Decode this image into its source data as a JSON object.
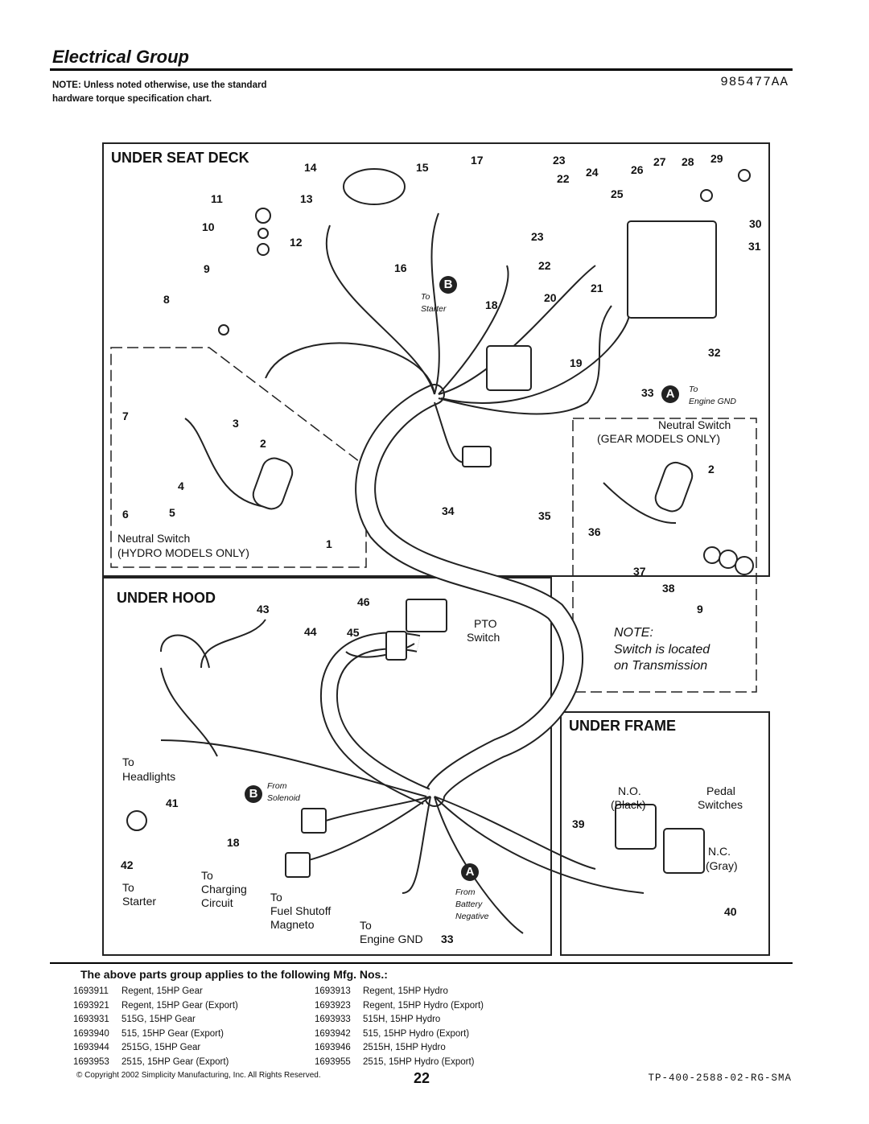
{
  "header": {
    "title": "Electrical Group",
    "note": "NOTE: Unless noted otherwise, use the standard hardware torque specification chart.",
    "drawing_no": "985477AA"
  },
  "sections": {
    "under_seat_deck": "UNDER SEAT DECK",
    "under_hood": "UNDER HOOD",
    "under_frame": "UNDER FRAME"
  },
  "labels": {
    "neutral_hydro_1": "Neutral Switch",
    "neutral_hydro_2": "(HYDRO MODELS ONLY)",
    "neutral_gear_1": "Neutral Switch",
    "neutral_gear_2": "(GEAR MODELS ONLY)",
    "to_starter_top": "To",
    "to_starter_top2": "Starter",
    "to_engine_gnd_top": "To",
    "to_engine_gnd_top2": "Engine GND",
    "pto_1": "PTO",
    "pto_2": "Switch",
    "note_1": "NOTE:",
    "note_2": "Switch is located",
    "note_3": "on Transmission",
    "headlights_1": "To",
    "headlights_2": "Headlights",
    "from_solenoid_1": "From",
    "from_solenoid_2": "Solenoid",
    "to_starter_1": "To",
    "to_starter_2": "Starter",
    "charging_1": "To",
    "charging_2": "Charging",
    "charging_3": "Circuit",
    "fuel_1": "To",
    "fuel_2": "Fuel Shutoff",
    "fuel_3": "Magneto",
    "engine_gnd_1": "To",
    "engine_gnd_2": "Engine GND",
    "from_battery_1": "From",
    "from_battery_2": "Battery",
    "from_battery_3": "Negative",
    "no_1": "N.O.",
    "no_2": "(Black)",
    "nc_1": "N.C.",
    "nc_2": "(Gray)",
    "pedal_1": "Pedal",
    "pedal_2": "Switches"
  },
  "callouts": {
    "A": "A",
    "B": "B"
  },
  "mfg": {
    "title": "The above parts group applies to the following Mfg. Nos.:",
    "left": [
      {
        "no": "1693911",
        "desc": "Regent, 15HP Gear"
      },
      {
        "no": "1693921",
        "desc": "Regent, 15HP Gear (Export)"
      },
      {
        "no": "1693931",
        "desc": "515G, 15HP Gear"
      },
      {
        "no": "1693940",
        "desc": "515, 15HP Gear (Export)"
      },
      {
        "no": "1693944",
        "desc": "2515G, 15HP Gear"
      },
      {
        "no": "1693953",
        "desc": "2515, 15HP Gear (Export)"
      }
    ],
    "right": [
      {
        "no": "1693913",
        "desc": "Regent, 15HP Hydro"
      },
      {
        "no": "1693923",
        "desc": "Regent, 15HP Hydro (Export)"
      },
      {
        "no": "1693933",
        "desc": "515H, 15HP Hydro"
      },
      {
        "no": "1693942",
        "desc": "515, 15HP Hydro (Export)"
      },
      {
        "no": "1693946",
        "desc": "2515H, 15HP Hydro"
      },
      {
        "no": "1693955",
        "desc": "2515, 15HP Hydro (Export)"
      }
    ]
  },
  "footer": {
    "copyright": "© Copyright 2002 Simplicity Manufacturing, Inc. All Rights Reserved.",
    "page": "22",
    "doc_no": "TP-400-2588-02-RG-SMA"
  },
  "part_numbers": [
    "1",
    "2",
    "3",
    "4",
    "5",
    "6",
    "7",
    "8",
    "9",
    "10",
    "11",
    "12",
    "13",
    "14",
    "15",
    "16",
    "17",
    "18",
    "19",
    "20",
    "21",
    "22",
    "23",
    "24",
    "25",
    "26",
    "27",
    "28",
    "29",
    "30",
    "31",
    "32",
    "33",
    "34",
    "35",
    "36",
    "37",
    "38",
    "39",
    "40",
    "41",
    "42",
    "43",
    "44",
    "45",
    "46"
  ]
}
